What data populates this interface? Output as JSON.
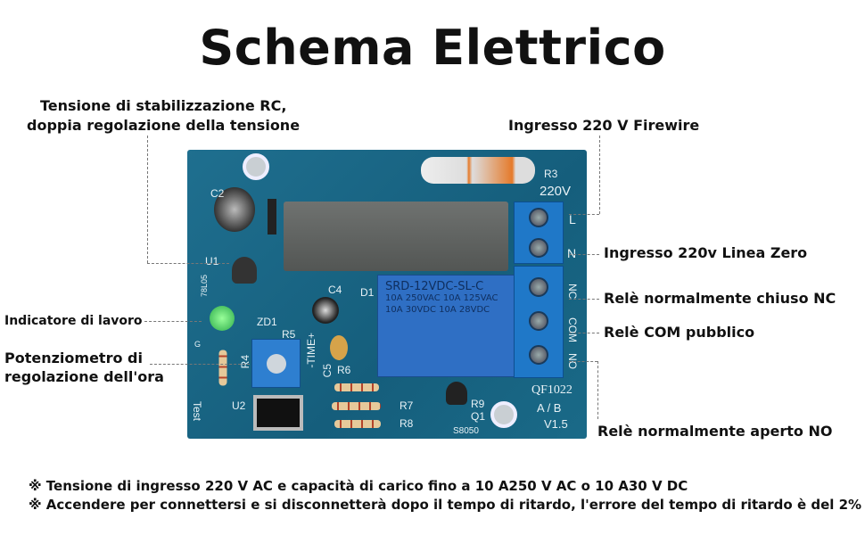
{
  "title": "Schema Elettrico",
  "labels": {
    "rc_stabilization": [
      "Tensione di stabilizzazione RC,",
      "doppia regolazione della tensione"
    ],
    "input_220v": "Ingresso 220 V Firewire",
    "input_zero_line": "Ingresso 220v Linea Zero",
    "relay_nc": "Relè normalmente chiuso NC",
    "relay_com": "Relè COM pubblico",
    "relay_no": "Relè normalmente aperto NO",
    "work_indicator": "Indicatore di lavoro",
    "potentiometer": [
      "Potenziometro di",
      "regolazione dell'ora"
    ]
  },
  "board": {
    "silkscreen": {
      "r3": "R3",
      "voltage": "220V",
      "l": "L",
      "n": "N",
      "nc": "NC",
      "com": "COM",
      "no": "NO",
      "model": "QF1022",
      "ab": "A / B",
      "version": "V1.5",
      "c2": "C2",
      "u1": "U1",
      "reg": "78L05",
      "zd1": "ZD1",
      "r5": "R5",
      "r4": "R4",
      "u2": "U2",
      "test": "Test",
      "g": "G",
      "c4": "C4",
      "d1": "D1",
      "c5": "C5",
      "r6": "R6",
      "r7": "R7",
      "r8": "R8",
      "r9": "R9",
      "q1": "Q1",
      "transistor": "S8050",
      "time": "-TIME+"
    },
    "relay_text": [
      "SRD-12VDC-SL-C",
      "10A 250VAC  10A 125VAC",
      "10A 30VDC  10A 28VDC"
    ],
    "colors": {
      "pcb": "#1a6888",
      "terminal": "#1f78c8",
      "led": "#3cc25a"
    }
  },
  "footer": {
    "notes": [
      "※ Tensione di ingresso 220 V AC e capacità di carico fino a 10 A250 V AC o 10 A30 V DC",
      "※ Accendere per connettersi e si disconnetterà dopo il tempo di ritardo, l'errore del tempo di ritardo è del 2%"
    ]
  }
}
